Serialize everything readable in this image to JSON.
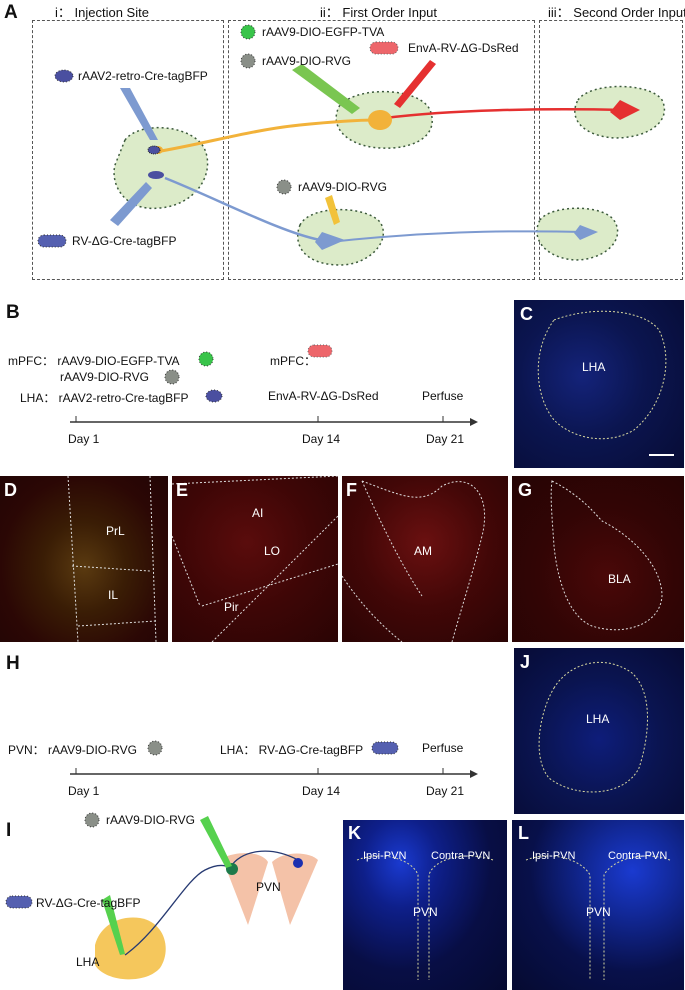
{
  "panel_letters": {
    "A": "A",
    "B": "B",
    "C": "C",
    "D": "D",
    "E": "E",
    "F": "F",
    "G": "G",
    "H": "H",
    "I": "I",
    "J": "J",
    "K": "K",
    "L": "L"
  },
  "panel_a": {
    "section_i": "i： Injection Site",
    "section_ii": "ii： First Order Input",
    "section_iii": "iii： Second Order Input",
    "virus_retro": "rAAV2-retro-Cre-tagBFP",
    "virus_rv": "RV-ΔG-Cre-tagBFP",
    "virus_egfp_tva": "rAAV9-DIO-EGFP-TVA",
    "virus_rvg_top": "rAAV9-DIO-RVG",
    "virus_envA": "EnvA-RV-ΔG-DsRed",
    "virus_rvg_bottom": "rAAV9-DIO-RVG"
  },
  "panel_b": {
    "row1": "mPFC： rAAV9-DIO-EGFP-TVA",
    "row2": "rAAV9-DIO-RVG",
    "row3": "LHA： rAAV2-retro-Cre-tagBFP",
    "mid_title": "mPFC：",
    "mid_virus": "EnvA-RV-ΔG-DsRed",
    "perfuse": "Perfuse",
    "day1": "Day 1",
    "day14": "Day 14",
    "day21": "Day 21"
  },
  "panel_c": {
    "region": "LHA"
  },
  "panel_d": {
    "prl": "PrL",
    "il": "IL"
  },
  "panel_e": {
    "ai": "AI",
    "lo": "LO",
    "pir": "Pir"
  },
  "panel_f": {
    "am": "AM"
  },
  "panel_g": {
    "bla": "BLA"
  },
  "panel_h": {
    "pvn_row": "PVN： rAAV9-DIO-RVG",
    "lha_row": "LHA： RV-ΔG-Cre-tagBFP",
    "perfuse": "Perfuse",
    "day1": "Day 1",
    "day14": "Day 14",
    "day21": "Day 21"
  },
  "panel_i": {
    "virus_rvg": "rAAV9-DIO-RVG",
    "virus_rv": "RV-ΔG-Cre-tagBFP",
    "pvn": "PVN",
    "lha": "LHA"
  },
  "panel_j": {
    "region": "LHA"
  },
  "panel_k": {
    "ipsi": "Ipsi-PVN",
    "contra": "Contra-PVN",
    "pvn": "PVN"
  },
  "panel_l": {
    "ipsi": "Ipsi-PVN",
    "contra": "Contra-PVN",
    "pvn": "PVN"
  },
  "colors": {
    "bfp_blue": "#5560b0",
    "egfp_green": "#39c44a",
    "rvg_gray": "#8a8f88",
    "dsred_red": "#e8333a",
    "cell_fill": "#dcebc9",
    "micro_blue_bg": "#0a0e3a",
    "micro_red_bg": "#330505"
  }
}
